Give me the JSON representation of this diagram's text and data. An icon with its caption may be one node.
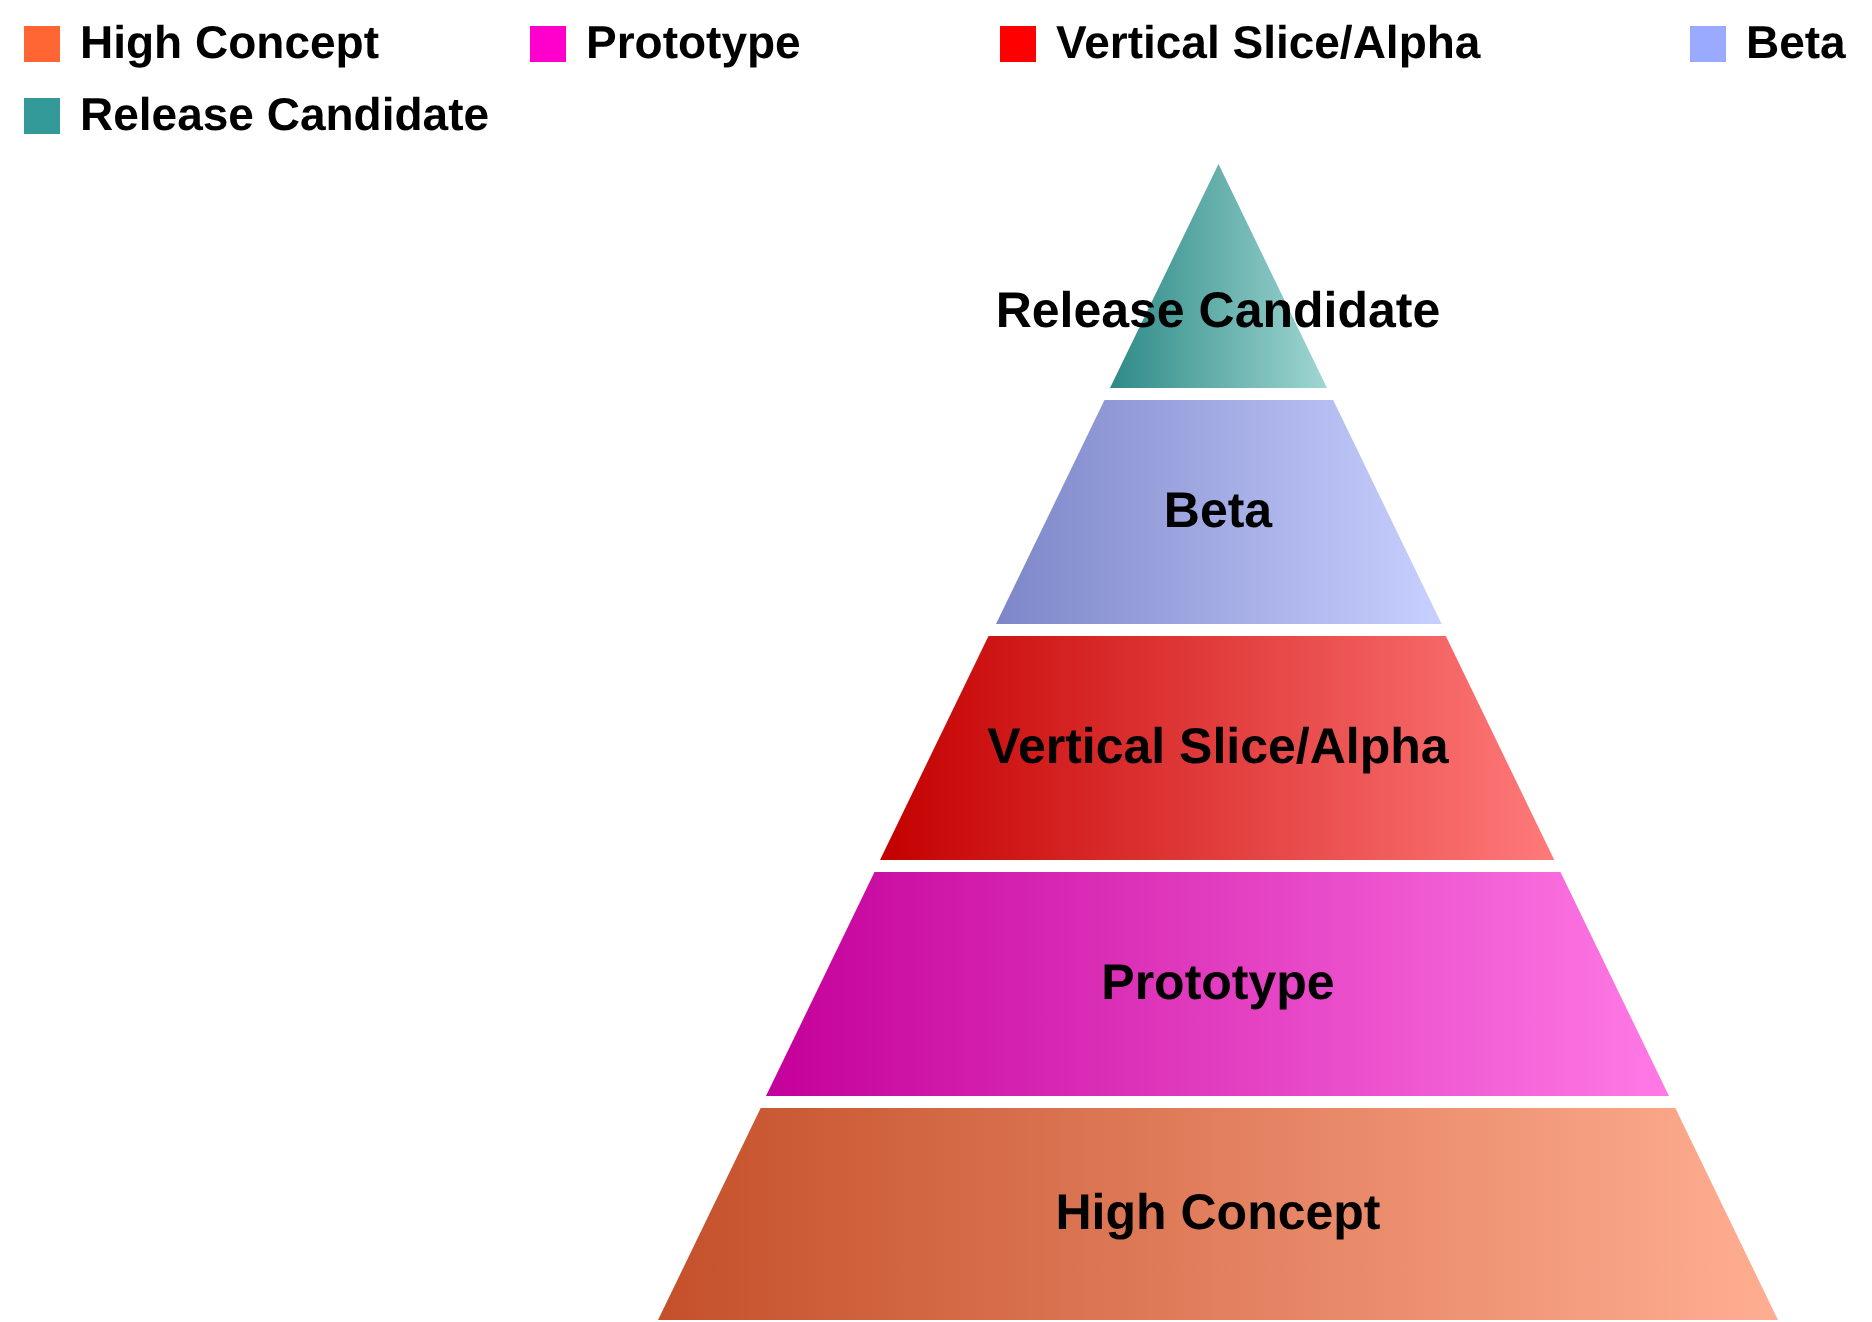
{
  "diagram": {
    "nodes": [
      {
        "text": [
          "Release Candidate"
        ]
      },
      {
        "text": [
          "Beta"
        ]
      },
      {
        "text": [
          "Vertical Slice/Alpha"
        ]
      },
      {
        "text": [
          "Prototype"
        ]
      },
      {
        "text": [
          "High Concept"
        ]
      }
    ],
    "legend": [
      {
        "text": "High Concept",
        "color": "#ff6633"
      },
      {
        "text": "Prototype",
        "color": "#ff00cc"
      },
      {
        "text": "Vertical Slice/Alpha",
        "color": "#ff0000"
      },
      {
        "text": "Beta",
        "color": "#99aaff"
      },
      {
        "text": "Release Candidate",
        "color": "#339999"
      }
    ]
  }
}
